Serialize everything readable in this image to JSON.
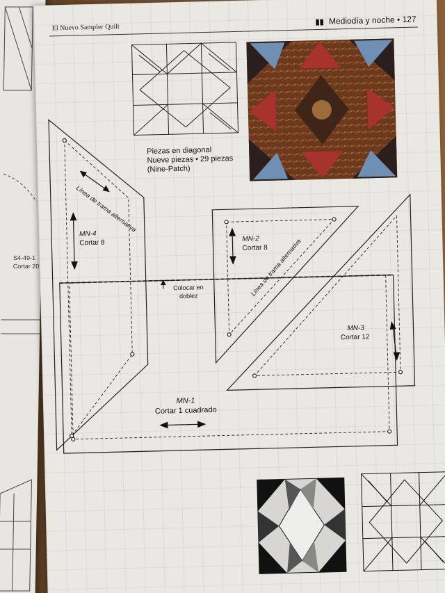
{
  "header": {
    "book_title": "El Nuevo Sampler Quilt",
    "chapter_title": "Mediodía y noche",
    "page_number": "127"
  },
  "caption": {
    "line1": "Piezas en diagonal",
    "line2": "Nueve piezas • 29 piezas",
    "line3": "(Nine-Patch)"
  },
  "pieces": {
    "mn4": {
      "code": "MN-4",
      "cut": "Cortar 8"
    },
    "mn2": {
      "code": "MN-2",
      "cut": "Cortar 8"
    },
    "mn3": {
      "code": "MN-3",
      "cut": "Cortar 12"
    },
    "mn1": {
      "code": "MN-1",
      "cut": "Cortar 1 cuadrado"
    }
  },
  "notes": {
    "grain_line": "Línea de trama alternativa",
    "fold": "Colocar en doblez"
  },
  "left_page": {
    "label_code": "S4-49-1",
    "label_cut": "Cortar 20"
  },
  "colors": {
    "fabric_brown": "#6b3a1e",
    "fabric_red": "#a8322e",
    "fabric_blue": "#6f8fb5",
    "fabric_dark": "#2a1f1c"
  }
}
